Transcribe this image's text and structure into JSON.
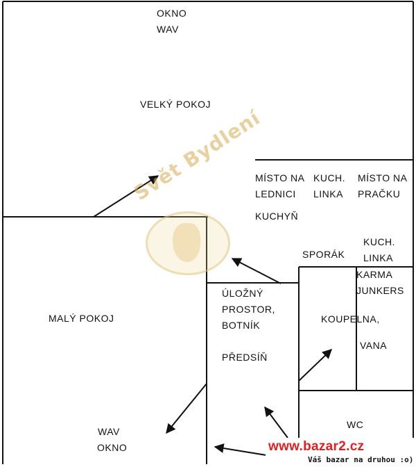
{
  "rooms": {
    "okno_top": [
      "OKNO",
      "WAV"
    ],
    "velky_pokoj": "VELKÝ POKOJ",
    "misto_lednici": [
      "MÍSTO NA",
      "LEDNICI"
    ],
    "kuch_linka_top": [
      "KUCH.",
      "LINKA"
    ],
    "misto_pracku": [
      "MÍSTO NA",
      "PRAČKU"
    ],
    "kuchyn": "KUCHYŇ",
    "sporak": "SPORÁK",
    "kuch_linka_right": [
      "KUCH.",
      "LINKA"
    ],
    "karma": [
      "KARMA",
      "JUNKERS"
    ],
    "koupelna": [
      "KOUPELNA,",
      "VANA"
    ],
    "ulozny": [
      "ÚLOŽNÝ",
      "PROSTOR,",
      "BOTNÍK"
    ],
    "predsin": "PŘEDSÍŇ",
    "maly_pokoj": "MALÝ POKOJ",
    "okno_bottom": [
      "WAV",
      "OKNO"
    ],
    "wc": "WC"
  },
  "watermark": {
    "text": "Svět Bydlení",
    "color": "#d6aa50"
  },
  "footer": {
    "url": "www.bazar2.cz",
    "tagline": "Váš bazar na druhou :o)",
    "url_color": "#e02020"
  },
  "colors": {
    "line": "#111111",
    "background": "#ffffff"
  }
}
